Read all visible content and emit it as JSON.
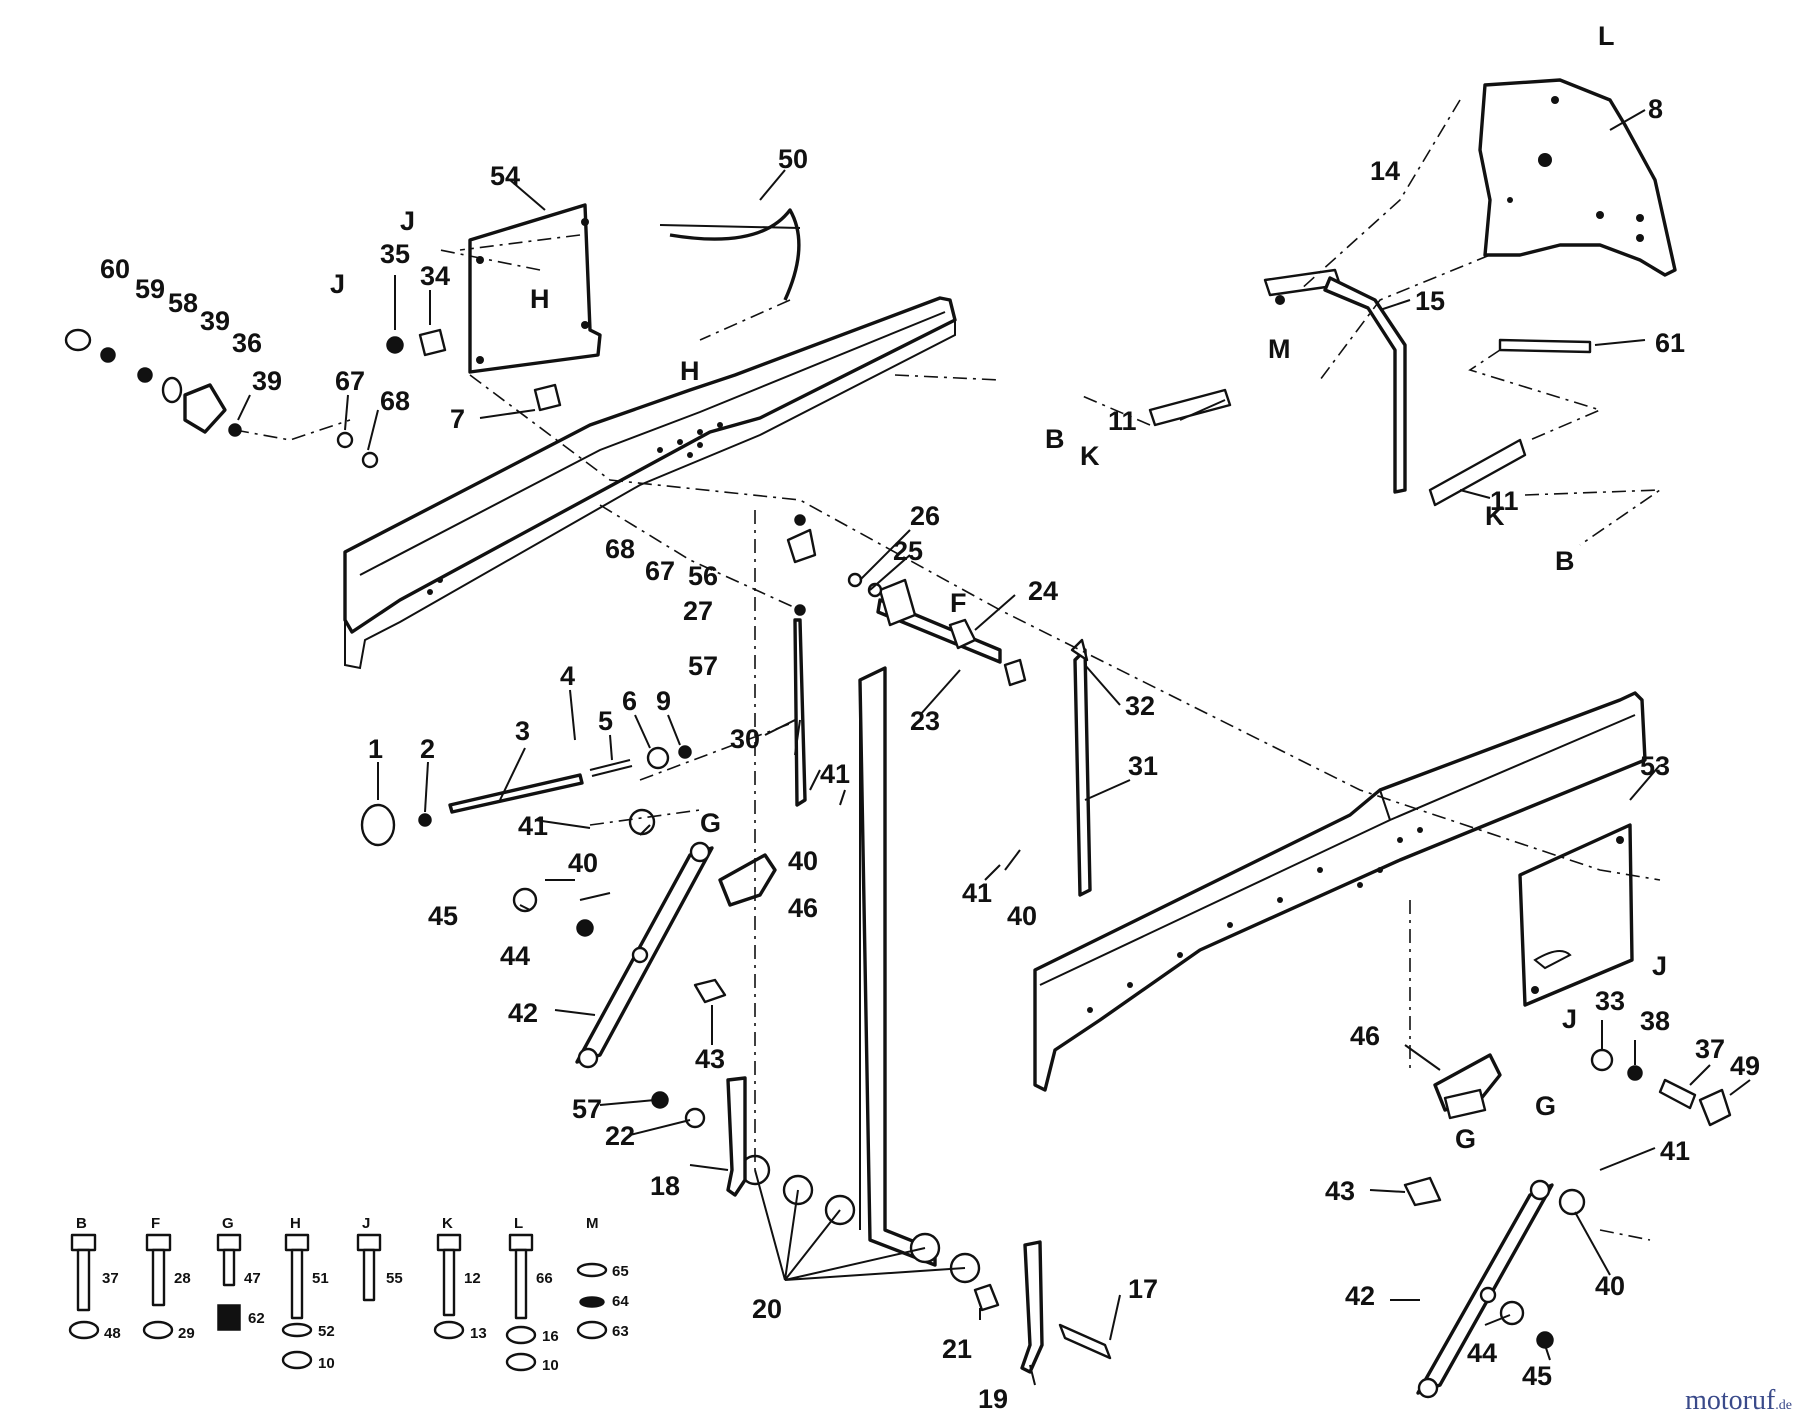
{
  "watermark": {
    "brand": "motoruf",
    "tld": ".de"
  },
  "labels": {
    "n1": "1",
    "n2": "2",
    "n3": "3",
    "n4": "4",
    "n5": "5",
    "n6": "6",
    "n7": "7",
    "n8": "8",
    "n9": "9",
    "n11a": "11",
    "n11b": "11",
    "n14": "14",
    "n15": "15",
    "n17": "17",
    "n18": "18",
    "n19": "19",
    "n20": "20",
    "n21": "21",
    "n22": "22",
    "n23": "23",
    "n24": "24",
    "n25": "25",
    "n26": "26",
    "n27": "27",
    "n30": "30",
    "n31": "31",
    "n32": "32",
    "n33": "33",
    "n34": "34",
    "n35": "35",
    "n36": "36",
    "n37": "37",
    "n38": "38",
    "n39a": "39",
    "n39b": "39",
    "n40a": "40",
    "n40b": "40",
    "n40c": "40",
    "n40d": "40",
    "n41a": "41",
    "n41b": "41",
    "n41c": "41",
    "n41d": "41",
    "n42a": "42",
    "n42b": "42",
    "n43a": "43",
    "n43b": "43",
    "n44a": "44",
    "n44b": "44",
    "n45a": "45",
    "n45b": "45",
    "n46a": "46",
    "n46b": "46",
    "n49": "49",
    "n50": "50",
    "n53": "53",
    "n54": "54",
    "n56": "56",
    "n57a": "57",
    "n57b": "57",
    "n58": "58",
    "n59": "59",
    "n60": "60",
    "n61": "61",
    "n67a": "67",
    "n67b": "67",
    "n68a": "68",
    "n68b": "68",
    "lB1": "B",
    "lB2": "B",
    "lF": "F",
    "lG1": "G",
    "lG2": "G",
    "lG3": "G",
    "lH1": "H",
    "lH2": "H",
    "lJ1": "J",
    "lJ2": "J",
    "lJ3": "J",
    "lJ4": "J",
    "lK1": "K",
    "lK2": "K",
    "lL": "L",
    "lM": "M"
  },
  "hardware_legend": [
    {
      "letter": "B",
      "parts": [
        "37",
        "48"
      ]
    },
    {
      "letter": "F",
      "parts": [
        "28",
        "29"
      ]
    },
    {
      "letter": "G",
      "parts": [
        "47",
        "62"
      ]
    },
    {
      "letter": "H",
      "parts": [
        "51",
        "52",
        "10"
      ]
    },
    {
      "letter": "J",
      "parts": [
        "55"
      ]
    },
    {
      "letter": "K",
      "parts": [
        "12",
        "13"
      ]
    },
    {
      "letter": "L",
      "parts": [
        "66",
        "16",
        "10"
      ]
    },
    {
      "letter": "M",
      "parts": [
        "65",
        "64",
        "63"
      ]
    }
  ]
}
